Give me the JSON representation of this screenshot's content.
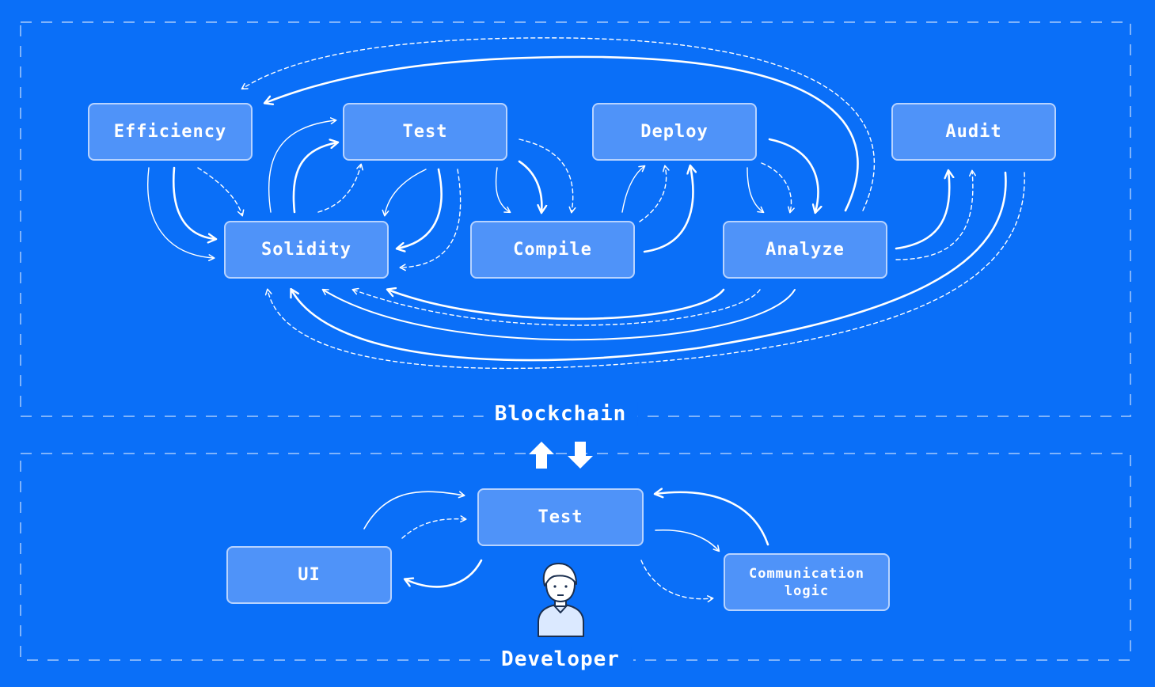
{
  "regions": {
    "blockchain": "Blockchain",
    "developer": "Developer"
  },
  "nodes": {
    "efficiency": "Efficiency",
    "test_top": "Test",
    "deploy": "Deploy",
    "audit": "Audit",
    "solidity": "Solidity",
    "compile": "Compile",
    "analyze": "Analyze",
    "test_dev": "Test",
    "ui": "UI",
    "communication_logic": "Communication\nlogic"
  },
  "colors": {
    "background": "#0a6ff8",
    "node_fill": "#4f93f9",
    "node_border": "#b7d3ff",
    "lines": "#ffffff"
  },
  "icons": {
    "exchange": "up-down-arrows-icon",
    "developer": "developer-avatar-icon"
  }
}
